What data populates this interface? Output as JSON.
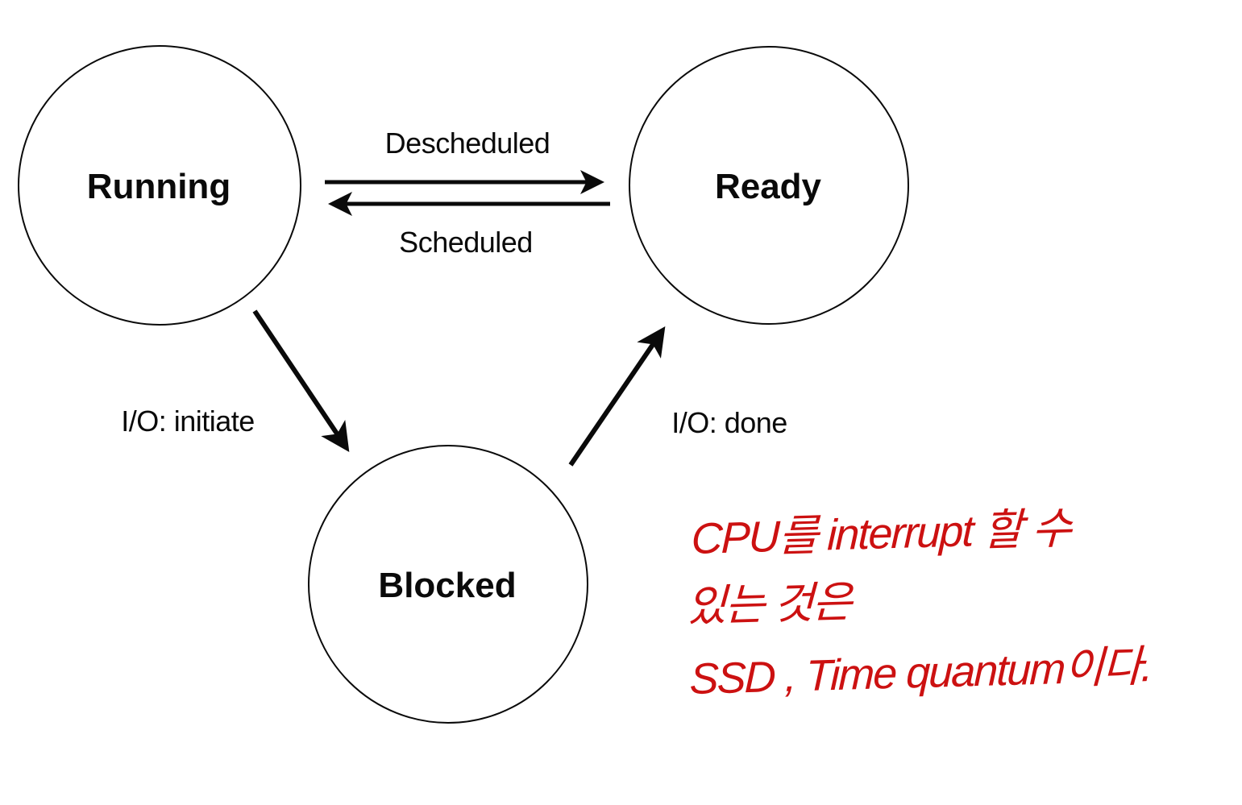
{
  "diagram": {
    "states": [
      {
        "id": "running",
        "label": "Running"
      },
      {
        "id": "ready",
        "label": "Ready"
      },
      {
        "id": "blocked",
        "label": "Blocked"
      }
    ],
    "transitions": [
      {
        "id": "descheduled",
        "label": "Descheduled",
        "from": "Running",
        "to": "Ready"
      },
      {
        "id": "scheduled",
        "label": "Scheduled",
        "from": "Ready",
        "to": "Running"
      },
      {
        "id": "io-initiate",
        "label": "I/O: initiate",
        "from": "Running",
        "to": "Blocked"
      },
      {
        "id": "io-done",
        "label": "I/O: done",
        "from": "Blocked",
        "to": "Ready"
      }
    ],
    "line_color": "#0a0a0a"
  },
  "annotation": {
    "color": "#cc1111",
    "lines": [
      "CPU를 interrupt 할 수",
      "있는 것은",
      "SSD , Time quantum이다."
    ]
  }
}
